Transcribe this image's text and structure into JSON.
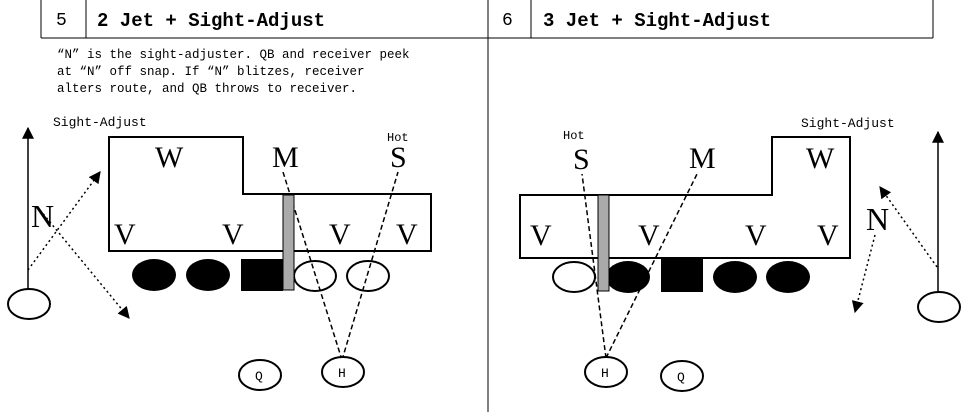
{
  "plays": [
    {
      "number": "5",
      "title": "2 Jet + Sight-Adjust",
      "note_lines": [
        "“N” is the sight-adjuster. QB and receiver peek",
        "at “N” off snap. If “N” blitzes, receiver",
        "alters route, and QB throws to receiver."
      ],
      "sight_adjust_label": "Sight-Adjust",
      "hot_label": "Hot",
      "defenders": [
        "W",
        "M",
        "S",
        "V",
        "V",
        "V",
        "V",
        "N"
      ],
      "backs": [
        "Q",
        "H"
      ]
    },
    {
      "number": "6",
      "title": "3 Jet + Sight-Adjust",
      "sight_adjust_label": "Sight-Adjust",
      "hot_label": "Hot",
      "defenders": [
        "S",
        "M",
        "W",
        "V",
        "V",
        "V",
        "V",
        "N"
      ],
      "backs": [
        "H",
        "Q"
      ]
    }
  ]
}
